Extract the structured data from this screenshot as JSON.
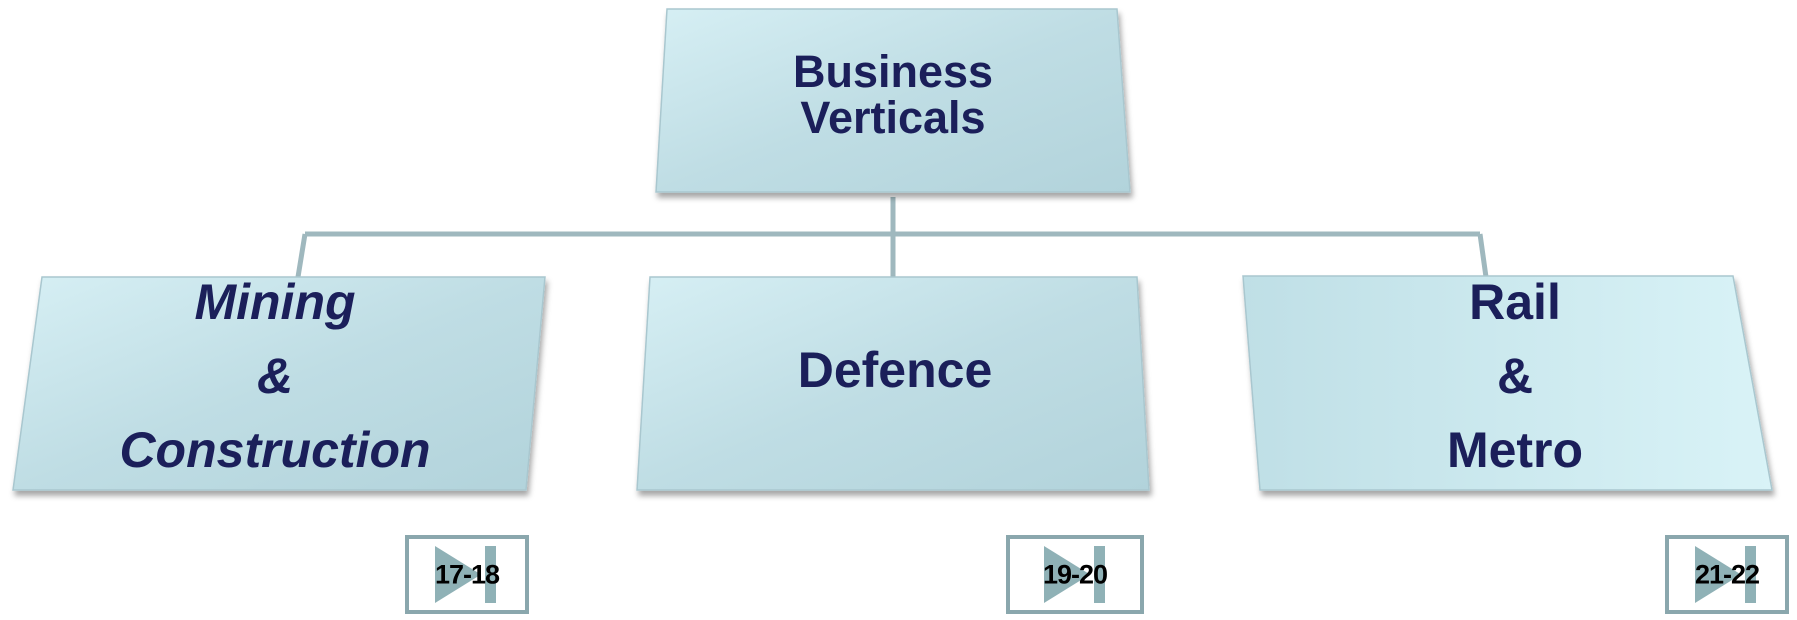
{
  "root": {
    "lines": [
      "Business",
      "Verticals"
    ]
  },
  "children": [
    {
      "lines": [
        "Mining",
        "&",
        "Construction"
      ],
      "italic": true
    },
    {
      "lines": [
        "Defence"
      ],
      "italic": false
    },
    {
      "lines": [
        "Rail",
        "&",
        "Metro"
      ],
      "italic": false
    }
  ],
  "nav_buttons": [
    {
      "label": "17-18",
      "icon": "play-next-icon"
    },
    {
      "label": "19-20",
      "icon": "play-next-icon"
    },
    {
      "label": "21-22",
      "icon": "play-next-icon"
    }
  ],
  "colors": {
    "box_fill": "#bcdce3",
    "box_fill_light": "#d3eef4",
    "text": "#1b1f5a",
    "connector": "#9fb8be",
    "button_border": "#8aa7ad",
    "button_icon": "#8fb1b6"
  }
}
